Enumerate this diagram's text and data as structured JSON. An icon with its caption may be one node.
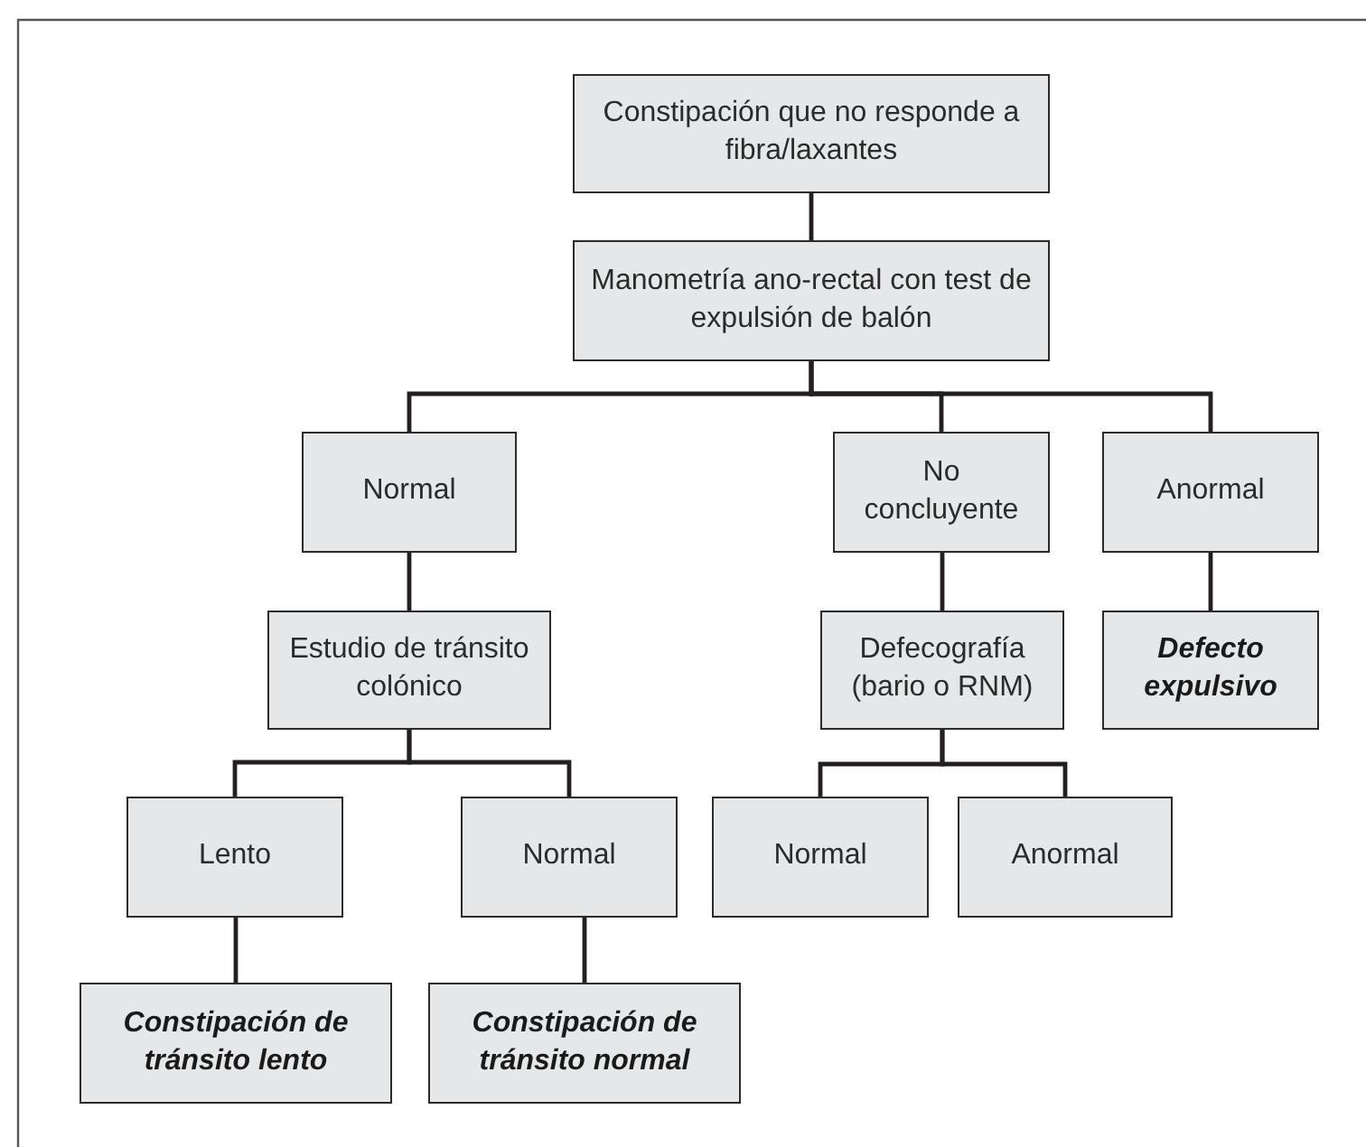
{
  "diagram": {
    "nodes": [
      {
        "text": [
          "Constipación que no responde a fibra/laxantes"
        ]
      },
      {
        "text": [
          "Manometría ano-rectal con test de expulsión de balón"
        ]
      },
      {
        "text": [
          "Normal"
        ]
      },
      {
        "text": [
          "No concluyente"
        ]
      },
      {
        "text": [
          "Anormal"
        ]
      },
      {
        "text": [
          "Estudio de tránsito colónico"
        ]
      },
      {
        "text": [
          "Defecografía (bario o RNM)"
        ]
      },
      {
        "text": [
          "Defecto expulsivo"
        ]
      },
      {
        "text": [
          "Lento"
        ]
      },
      {
        "text": [
          "Normal"
        ]
      },
      {
        "text": [
          "Normal"
        ]
      },
      {
        "text": [
          "Anormal"
        ]
      },
      {
        "text": [
          "Constipación de tránsito lento"
        ]
      },
      {
        "text": [
          "Constipación de tránsito normal"
        ]
      }
    ],
    "edges": [
      {
        "from": 0,
        "to": 1,
        "arrow": "none"
      },
      {
        "from": 1,
        "to": 2,
        "arrow": "none"
      },
      {
        "from": 1,
        "to": 3,
        "arrow": "none"
      },
      {
        "from": 1,
        "to": 4,
        "arrow": "none"
      },
      {
        "from": 2,
        "to": 5,
        "arrow": "none"
      },
      {
        "from": 3,
        "to": 6,
        "arrow": "none"
      },
      {
        "from": 4,
        "to": 7,
        "arrow": "none"
      },
      {
        "from": 5,
        "to": 8,
        "arrow": "none"
      },
      {
        "from": 5,
        "to": 9,
        "arrow": "none"
      },
      {
        "from": 6,
        "to": 10,
        "arrow": "none"
      },
      {
        "from": 6,
        "to": 11,
        "arrow": "none"
      },
      {
        "from": 8,
        "to": 12,
        "arrow": "none"
      },
      {
        "from": 9,
        "to": 13,
        "arrow": "none"
      }
    ]
  }
}
